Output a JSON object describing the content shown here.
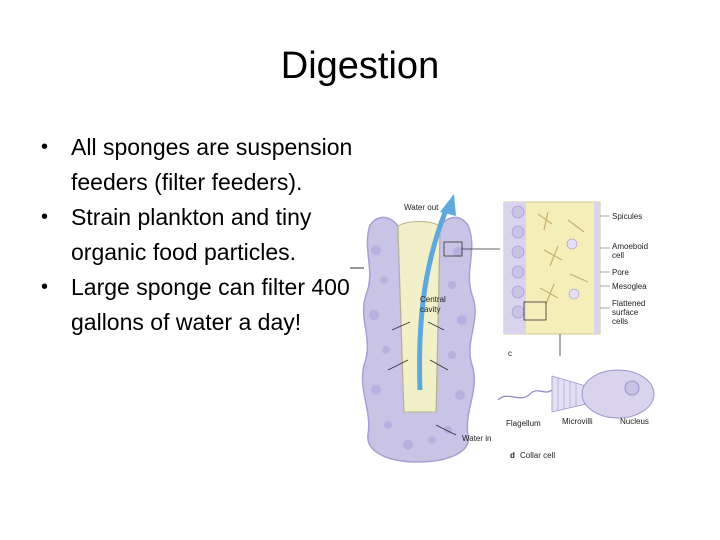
{
  "slide": {
    "title": "Digestion",
    "bullets": [
      "All sponges are suspension feeders (filter feeders).",
      "Strain plankton and tiny organic food particles.",
      "Large sponge can filter 400 gallons of water a day!"
    ]
  },
  "figure": {
    "water_out": "Water out",
    "water_in": "Water in",
    "central_cavity_1": "Central",
    "central_cavity_2": "cavity",
    "spicules": "Spicules",
    "amoeboid_1": "Amoeboid",
    "amoeboid_2": "cell",
    "pore": "Pore",
    "mesoglea": "Mesoglea",
    "flattened_1": "Flattened",
    "flattened_2": "surface",
    "flattened_3": "cells",
    "panel_c": "c",
    "flagellum": "Flagellum",
    "microvilli": "Microvilli",
    "nucleus": "Nucleus",
    "panel_d": "d",
    "collar_cell": "Collar cell"
  },
  "colors": {
    "sponge_body": "#c9c3e6",
    "sponge_dark": "#a99fd2",
    "cavity": "#f1f0c9",
    "water_arrow": "#5fa8dd",
    "mesoglea": "#f4efb8",
    "collar_cell": "#d9d3ee"
  }
}
